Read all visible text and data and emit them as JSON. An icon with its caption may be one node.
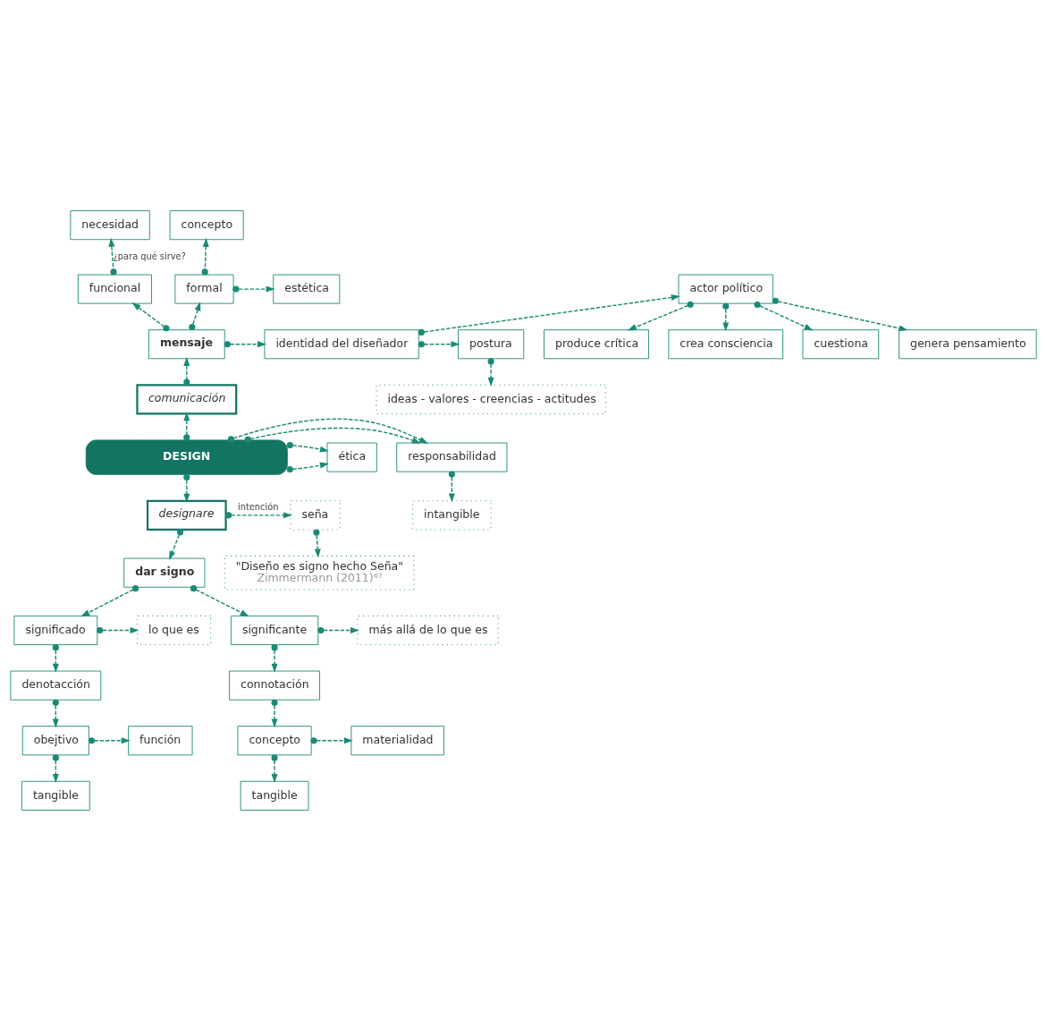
{
  "diagram": {
    "nodes": [
      {
        "text": [
          "necesidad"
        ]
      },
      {
        "text": [
          "concepto"
        ]
      },
      {
        "text": [
          "estética"
        ]
      },
      {
        "text": [
          "funcional"
        ]
      },
      {
        "text": [
          "formal"
        ]
      },
      {
        "text": [
          "cuestiona"
        ]
      },
      {
        "text": [
          "genera pensamiento"
        ]
      },
      {
        "text": [
          "actor político"
        ]
      },
      {
        "text": [
          "produce crítica"
        ]
      },
      {
        "text": [
          "crea consciencia"
        ]
      },
      {
        "text": [
          "identidad del diseñador"
        ]
      },
      {
        "text": [
          "mensaje"
        ]
      },
      {
        "text": [
          "postura"
        ]
      },
      {
        "text": [
          "comunicación"
        ]
      },
      {
        "text": [
          "ideas - valores - creencias - actitudes"
        ]
      },
      {
        "text": [
          "responsabilidad"
        ]
      },
      {
        "text": [
          "DESIGN"
        ]
      },
      {
        "text": [
          "ética"
        ]
      },
      {
        "text": [
          "intangible"
        ]
      },
      {
        "text": [
          "designare"
        ]
      },
      {
        "text": [
          "seña"
        ]
      },
      {
        "text": [
          "dar signo"
        ]
      },
      {
        "text": [
          "\"Diseño es signo hecho Seña\"",
          "Zimmermann (2011)⁶⁷"
        ]
      },
      {
        "text": [
          "lo que es"
        ]
      },
      {
        "text": [
          "significado"
        ]
      },
      {
        "text": [
          "significante"
        ]
      },
      {
        "text": [
          "más allá de lo que es"
        ]
      },
      {
        "text": [
          "denotacción"
        ]
      },
      {
        "text": [
          "connotación"
        ]
      },
      {
        "text": [
          "obejtivo"
        ]
      },
      {
        "text": [
          "función"
        ]
      },
      {
        "text": [
          "concepto"
        ]
      },
      {
        "text": [
          "materialidad"
        ]
      },
      {
        "text": [
          "tangible"
        ]
      },
      {
        "text": [
          "tangible"
        ]
      }
    ],
    "edges": [
      {
        "from": 3,
        "to": 0,
        "arrow": "to",
        "style": "dashed",
        "label": "¿para qué sirve?"
      },
      {
        "from": 4,
        "to": 1,
        "arrow": "to",
        "style": "dashed"
      },
      {
        "from": 4,
        "to": 2,
        "arrow": "to",
        "style": "dashed"
      },
      {
        "from": 11,
        "to": 3,
        "arrow": "to",
        "style": "dashed"
      },
      {
        "from": 11,
        "to": 4,
        "arrow": "to",
        "style": "dashed"
      },
      {
        "from": 7,
        "to": 5,
        "arrow": "to",
        "style": "dashed"
      },
      {
        "from": 7,
        "to": 6,
        "arrow": "to",
        "style": "dashed"
      },
      {
        "from": 7,
        "to": 8,
        "arrow": "to",
        "style": "dashed"
      },
      {
        "from": 7,
        "to": 9,
        "arrow": "to",
        "style": "dashed"
      },
      {
        "from": 10,
        "to": 7,
        "arrow": "to",
        "style": "dashed"
      },
      {
        "from": 11,
        "to": 10,
        "arrow": "to",
        "style": "dashed"
      },
      {
        "from": 10,
        "to": 12,
        "arrow": "to",
        "style": "dashed"
      },
      {
        "from": 12,
        "to": 14,
        "arrow": "to",
        "style": "dashed"
      },
      {
        "from": 13,
        "to": 11,
        "arrow": "to",
        "style": "dashed"
      },
      {
        "from": 16,
        "to": 13,
        "arrow": "to",
        "style": "dashed"
      },
      {
        "from": 16,
        "to": 15,
        "arrow": "to",
        "style": "dashed"
      },
      {
        "from": 16,
        "to": 17,
        "arrow": "to",
        "style": "dashed"
      },
      {
        "from": 15,
        "to": 18,
        "arrow": "to",
        "style": "dashed"
      },
      {
        "from": 16,
        "to": 19,
        "arrow": "to",
        "style": "dashed"
      },
      {
        "from": 16,
        "to": 15,
        "arrow": "to",
        "style": "dashed"
      },
      {
        "from": 16,
        "to": 17,
        "arrow": "to",
        "style": "dashed"
      },
      {
        "from": 19,
        "to": 20,
        "arrow": "to",
        "style": "dashed",
        "label": "intención"
      },
      {
        "from": 20,
        "to": 22,
        "arrow": "to",
        "style": "dashed"
      },
      {
        "from": 19,
        "to": 21,
        "arrow": "to",
        "style": "dashed"
      },
      {
        "from": 21,
        "to": 24,
        "arrow": "to",
        "style": "dashed"
      },
      {
        "from": 21,
        "to": 25,
        "arrow": "to",
        "style": "dashed"
      },
      {
        "from": 24,
        "to": 23,
        "arrow": "to",
        "style": "dashed"
      },
      {
        "from": 25,
        "to": 26,
        "arrow": "to",
        "style": "dashed"
      },
      {
        "from": 24,
        "to": 27,
        "arrow": "to",
        "style": "dashed"
      },
      {
        "from": 27,
        "to": 29,
        "arrow": "to",
        "style": "dashed"
      },
      {
        "from": 29,
        "to": 30,
        "arrow": "to",
        "style": "dashed"
      },
      {
        "from": 29,
        "to": 33,
        "arrow": "to",
        "style": "dashed"
      },
      {
        "from": 25,
        "to": 28,
        "arrow": "to",
        "style": "dashed"
      },
      {
        "from": 28,
        "to": 31,
        "arrow": "to",
        "style": "dashed"
      },
      {
        "from": 31,
        "to": 32,
        "arrow": "to",
        "style": "dashed"
      },
      {
        "from": 31,
        "to": 34,
        "arrow": "to",
        "style": "dashed"
      }
    ]
  }
}
